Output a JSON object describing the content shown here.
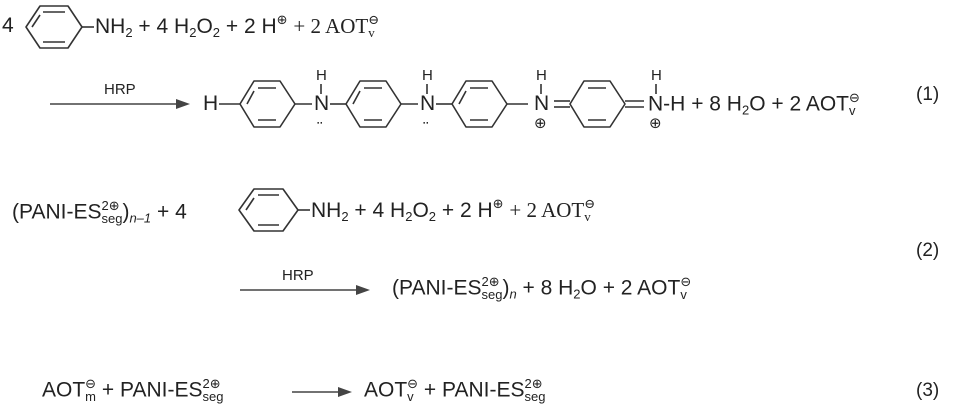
{
  "eq1": {
    "coef": "4",
    "nh": "NH",
    "nh_sub": "2",
    "h2o2": "+ 4 H",
    "h2o2_sub": "2",
    "o": "O",
    "o_sub": "2",
    "h": "+ 2 H",
    "h_charge": "⊕",
    "aot_pre": "+ 2 AOT",
    "aot_charge": "⊖",
    "aot_sub": "v",
    "arrow_label": "HRP",
    "h_left": "H",
    "n": "N",
    "nh_top": "H",
    "lone_pair": "∙∙",
    "plus_charge": "⊕",
    "bond_h": "-H",
    "product_tail": "+ 8 H",
    "water_sub": "2",
    "water_o": "O + 2 AOT",
    "number": "(1)"
  },
  "eq2": {
    "pani_open": "(PANI-ES",
    "pani_charge": "2⊕",
    "pani_seg": "seg",
    "pani_close": ")",
    "n_minus": "n–1",
    "coef": "+ 4",
    "nh": "NH",
    "nh_sub": "2",
    "h2o2": "+ 4 H",
    "h2o2_sub": "2",
    "o": "O",
    "o_sub": "2",
    "h": "+ 2 H",
    "h_charge": "⊕",
    "aot_pre": "+ 2 AOT",
    "aot_charge": "⊖",
    "aot_sub": "v",
    "arrow_label": "HRP",
    "prod_open": "(PANI-ES",
    "prod_charge": "2⊕",
    "prod_seg": "seg",
    "prod_close": ")",
    "prod_n": "n",
    "prod_tail": "+ 8 H",
    "water_sub": "2",
    "water_o": "O + 2 AOT",
    "number": "(2)"
  },
  "eq3": {
    "aot": "AOT",
    "aot_charge": "⊖",
    "aot_sub": "m",
    "pani": "+ PANI-ES",
    "pani_charge": "2⊕",
    "pani_seg": "seg",
    "aot_v": "AOT",
    "aot_v_charge": "⊖",
    "aot_v_sub": "v",
    "pani2": "+ PANI-ES",
    "pani2_charge": "2⊕",
    "pani2_seg": "seg",
    "number": "(3)"
  }
}
